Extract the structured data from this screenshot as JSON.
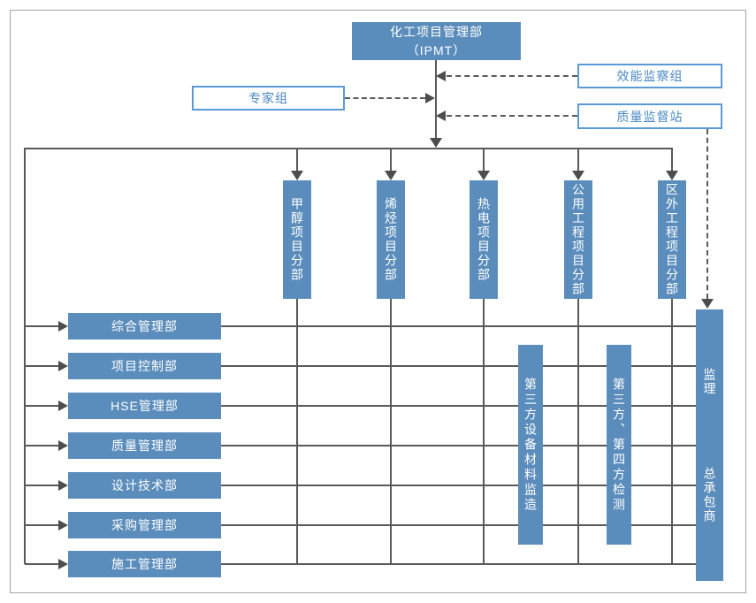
{
  "org": {
    "ipmt_line1": "化工项目管理部",
    "ipmt_line2": "（IPMT）",
    "expert_group": "专家组",
    "efficiency_group": "效能监察组",
    "quality_station": "质量监督站",
    "divisions": [
      "甲醇项目分部",
      "烯烃项目分部",
      "热电项目分部",
      "公用工程项目分部",
      "区外工程项目分部"
    ],
    "departments": [
      "综合管理部",
      "项目控制部",
      "HSE管理部",
      "质量管理部",
      "设计技术部",
      "采购管理部",
      "施工管理部"
    ],
    "third_party": [
      "第三方设备材料监造",
      "第三方、第四方检测"
    ],
    "supervisor": "监理",
    "general_contractor": "总承包商",
    "colors": {
      "box_fill": "#5b8dbc",
      "outline_blue": "#5b9bd5",
      "outline_text": "#4a89c4",
      "line_gray": "#595959"
    }
  }
}
